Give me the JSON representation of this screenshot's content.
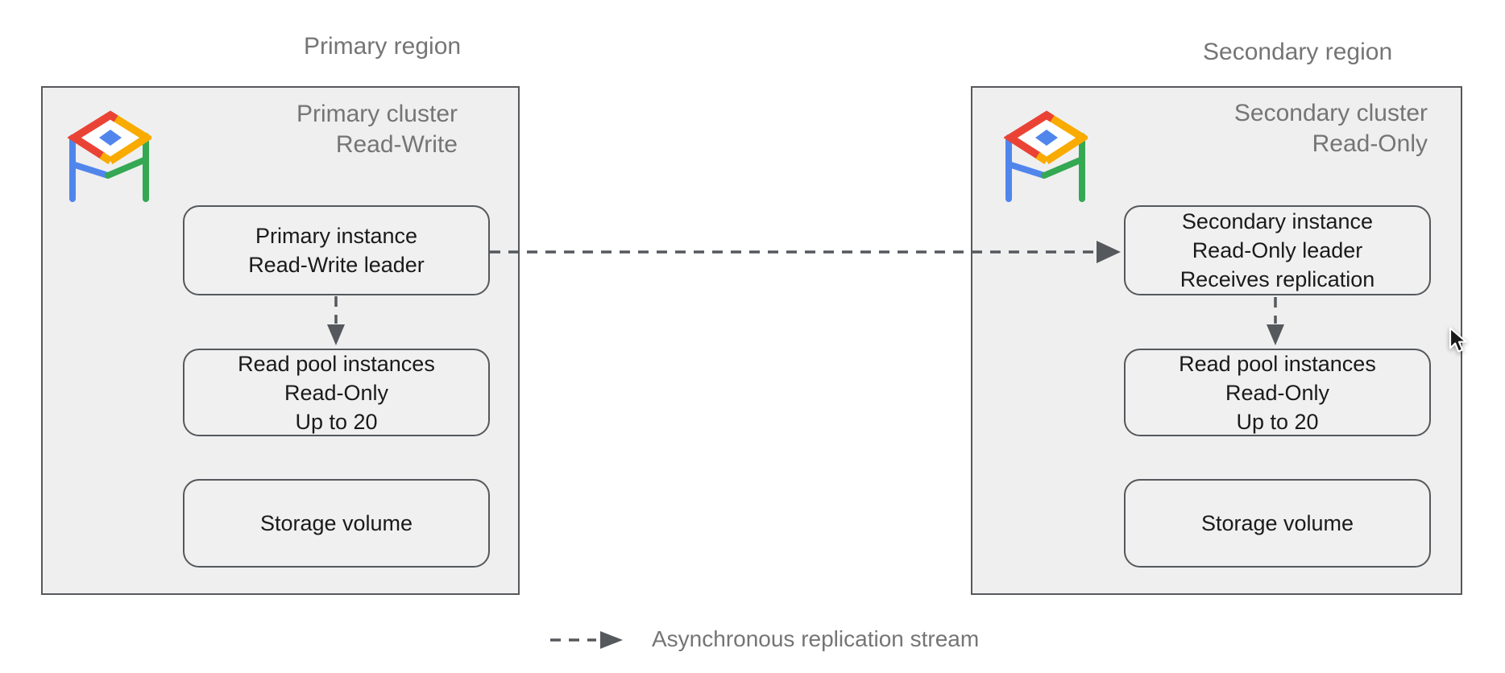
{
  "colors": {
    "background": "#ffffff",
    "cluster_fill": "#efefef",
    "node_fill": "#f0f0f0",
    "border": "#55585c",
    "arrow": "#55585c",
    "gray_text": "#757575",
    "node_text": "#1a1a1a",
    "icon_red": "#EA4335",
    "icon_yellow": "#F9AB00",
    "icon_green": "#34A853",
    "icon_blue": "#5086EC"
  },
  "primary": {
    "region_label": "Primary region",
    "cluster_title_line1": "Primary cluster",
    "cluster_title_line2": "Read-Write",
    "nodes": [
      {
        "lines": [
          "Primary instance",
          "Read-Write leader"
        ]
      },
      {
        "lines": [
          "Read pool instances",
          "Read-Only",
          "Up to 20"
        ]
      },
      {
        "lines": [
          "Storage volume"
        ]
      }
    ]
  },
  "secondary": {
    "region_label": "Secondary region",
    "cluster_title_line1": "Secondary cluster",
    "cluster_title_line2": "Read-Only",
    "nodes": [
      {
        "lines": [
          "Secondary instance",
          "Read-Only leader",
          "Receives replication"
        ]
      },
      {
        "lines": [
          "Read pool instances",
          "Read-Only",
          "Up to 20"
        ]
      },
      {
        "lines": [
          "Storage volume"
        ]
      }
    ]
  },
  "legend": {
    "label": "Asynchronous replication stream"
  }
}
